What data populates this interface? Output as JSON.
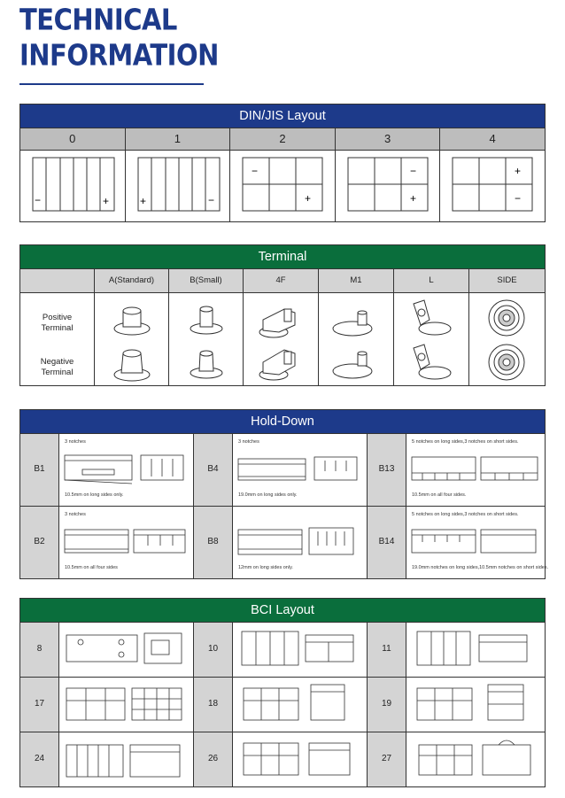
{
  "header": {
    "line1": "TECHNICAL",
    "line2": "INFORMATION"
  },
  "din": {
    "title": "DIN/JIS Layout",
    "columns": [
      "0",
      "1",
      "2",
      "3",
      "4"
    ],
    "cells": [
      {
        "layout": "0",
        "left": "−",
        "right": "+"
      },
      {
        "layout": "1",
        "left": "+",
        "right": "−"
      },
      {
        "layout": "2",
        "top_left": "−",
        "bottom_right": "+"
      },
      {
        "layout": "3",
        "top_right": "−",
        "bottom_right": "+"
      },
      {
        "layout": "4",
        "top_right": "+",
        "bottom_right": "−"
      }
    ]
  },
  "terminal": {
    "title": "Terminal",
    "columns": [
      "A(Standard)",
      "B(Small)",
      "4F",
      "M1",
      "L",
      "SIDE"
    ],
    "rows": [
      {
        "line1": "Positive",
        "line2": "Terminal"
      },
      {
        "line1": "Negative",
        "line2": "Terminal"
      }
    ]
  },
  "holddown": {
    "title": "Hold-Down",
    "items": [
      {
        "code": "B1",
        "top": "3 notches",
        "bottom": "10.5mm on long sides only."
      },
      {
        "code": "B4",
        "top": "3 notches",
        "bottom": "19.0mm on long sides only."
      },
      {
        "code": "B13",
        "top": "5 notches on long sides,3 notches on short sides.",
        "bottom": "10.5mm on all four sides."
      },
      {
        "code": "B2",
        "top": "3 notches",
        "bottom": "10.5mm on all four sides"
      },
      {
        "code": "B8",
        "top": "",
        "bottom": "12mm on long sides only."
      },
      {
        "code": "B14",
        "top": "5 notches on long sides,3 notches on short sides.",
        "bottom": "19.0mm notches on long sides,10.5mm notches on short sides."
      }
    ]
  },
  "bci": {
    "title": "BCI Layout",
    "items": [
      "8",
      "10",
      "11",
      "17",
      "18",
      "19",
      "24",
      "26",
      "27"
    ]
  },
  "colors": {
    "blue": "#1d3a8a",
    "green": "#0a6e3c",
    "header_gray": "#bdbdbd"
  }
}
